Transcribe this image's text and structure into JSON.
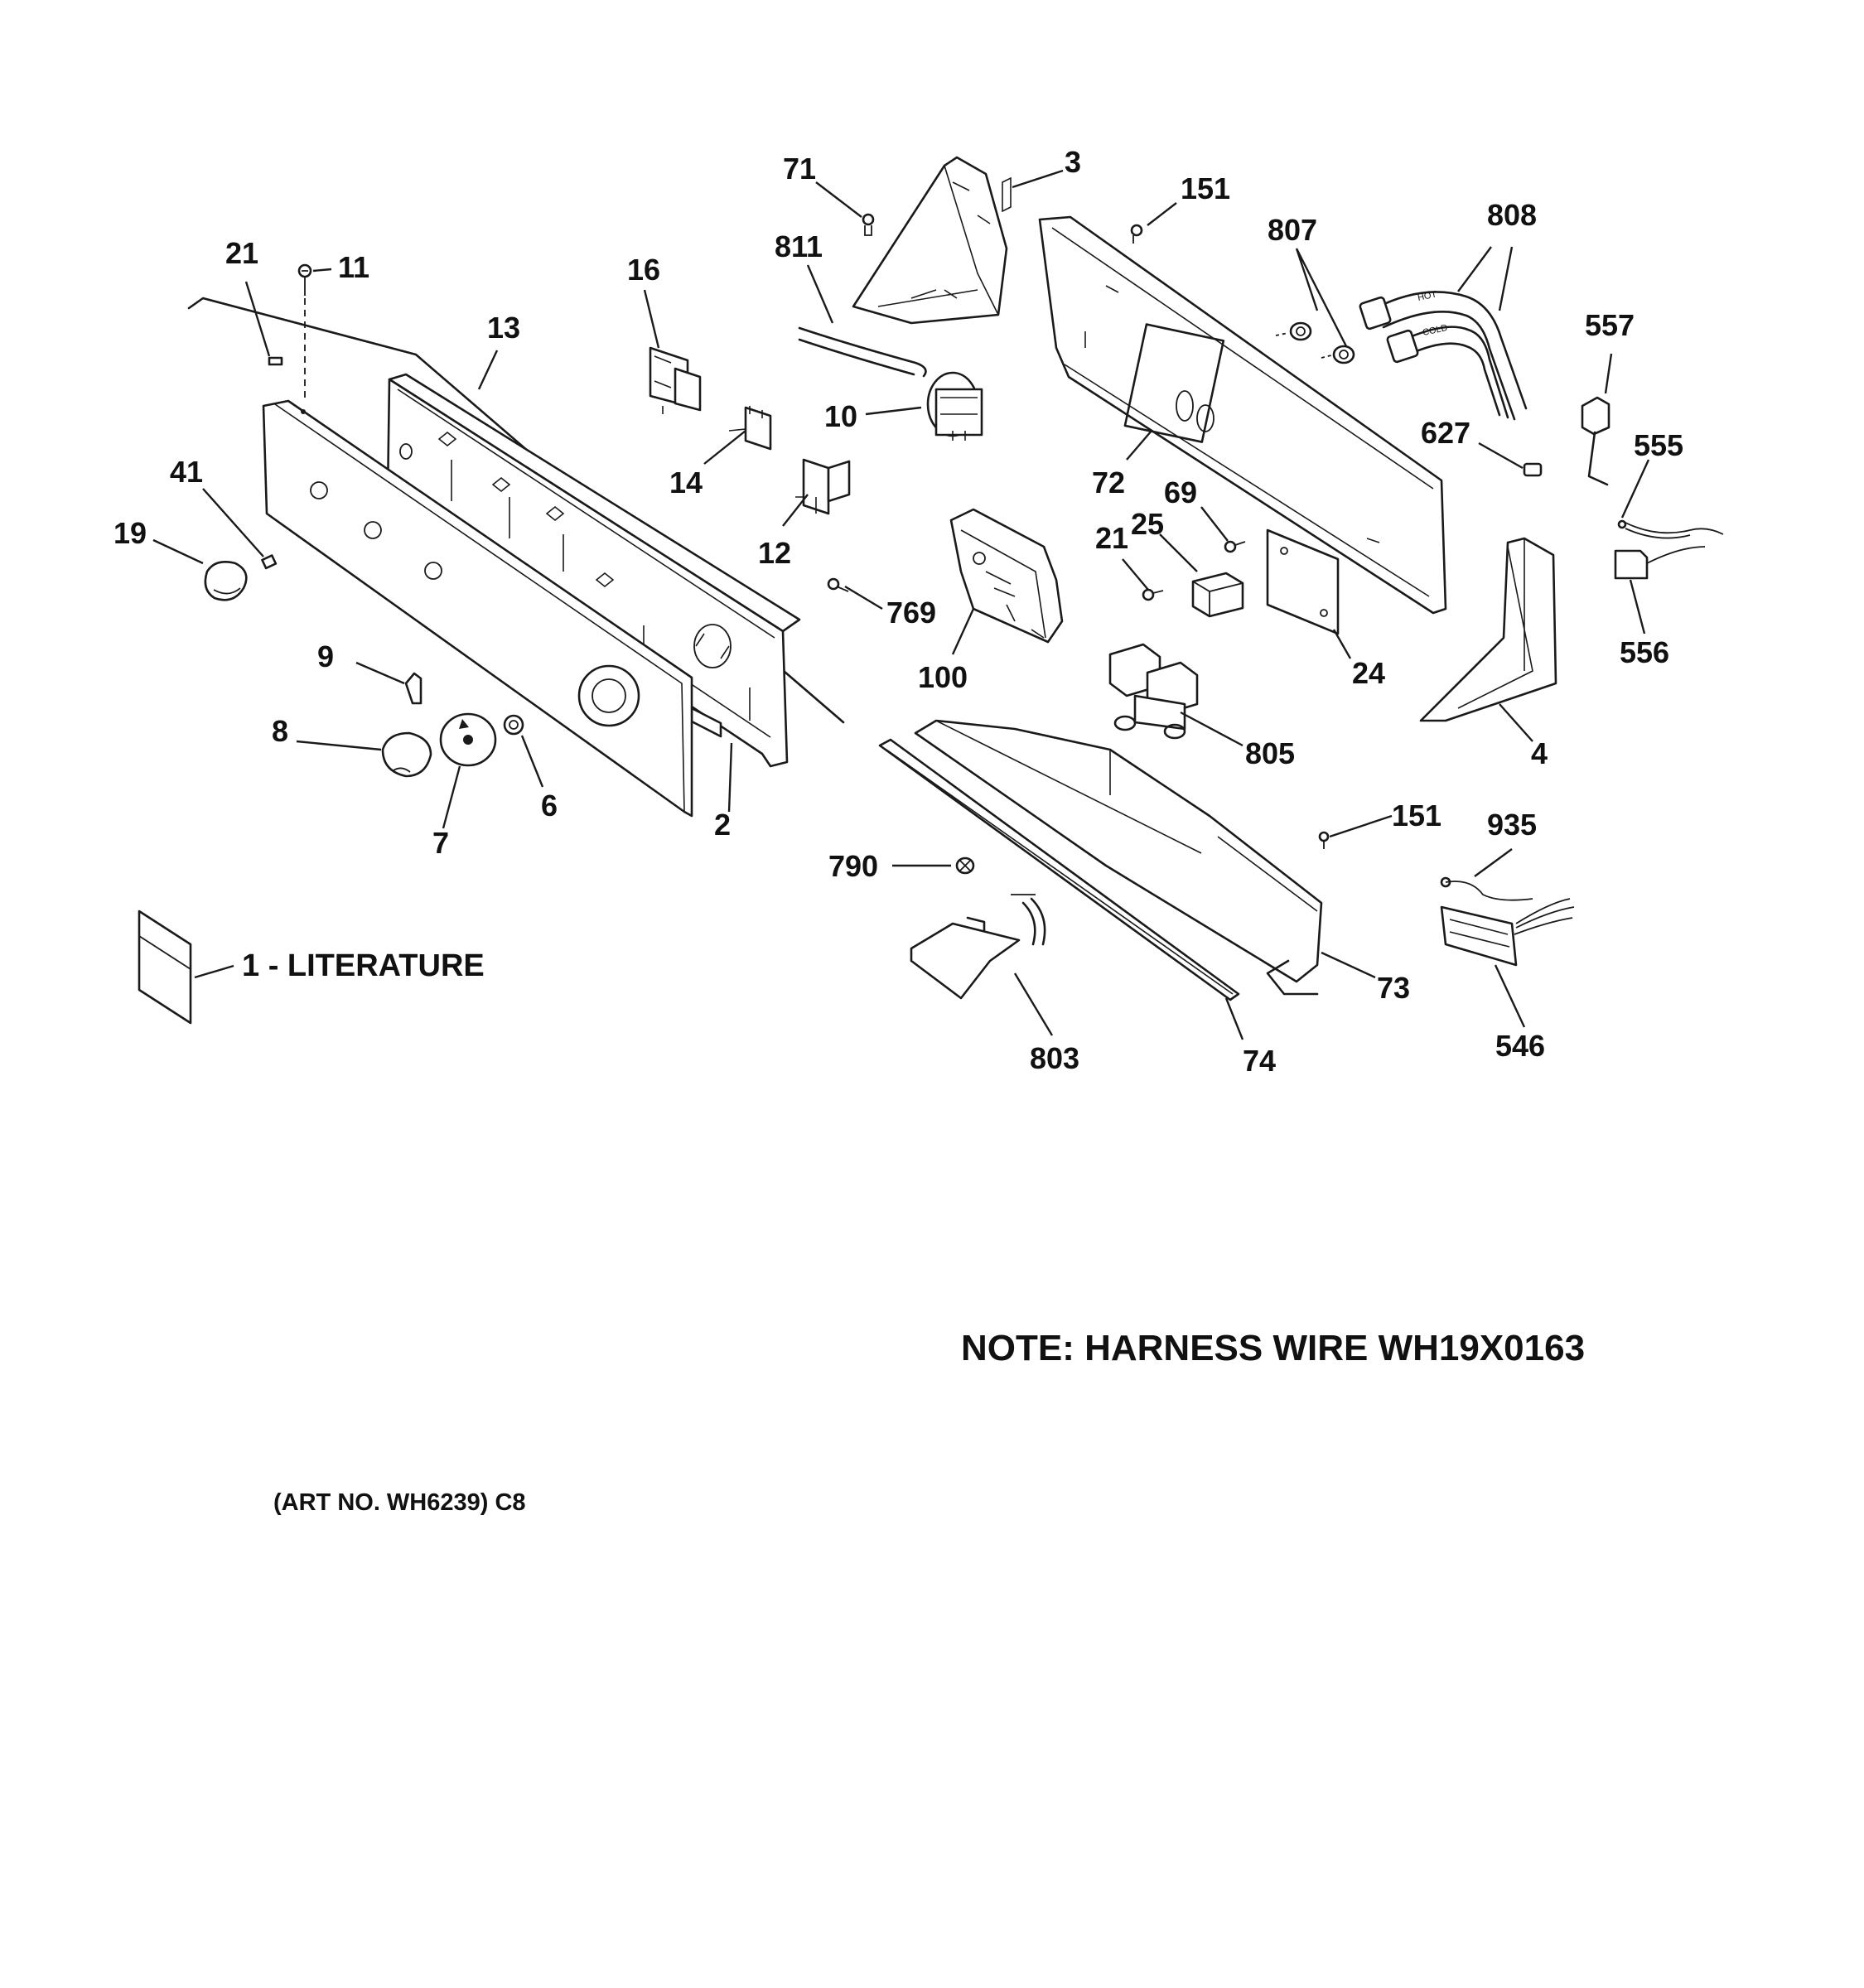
{
  "callouts": {
    "c71": "71",
    "c3": "3",
    "c151a": "151",
    "c807": "807",
    "c808": "808",
    "c21a": "21",
    "c11": "11",
    "c16": "16",
    "c811": "811",
    "c13": "13",
    "c557": "557",
    "c10": "10",
    "c627": "627",
    "c555": "555",
    "c41": "41",
    "c72": "72",
    "c14": "14",
    "c69": "69",
    "c19": "19",
    "c21b": "21",
    "c25": "25",
    "c12": "12",
    "c769": "769",
    "c9": "9",
    "c24": "24",
    "c556": "556",
    "c100": "100",
    "c8": "8",
    "c805": "805",
    "c4": "4",
    "c6": "6",
    "c2": "2",
    "c7": "7",
    "c151b": "151",
    "c935": "935",
    "c790": "790",
    "c73": "73",
    "c803": "803",
    "c74": "74",
    "c546": "546"
  },
  "literature_caption": "1 - LITERATURE",
  "hose_labels": {
    "hot": "HOT",
    "cold": "COLD"
  },
  "note": "NOTE: HARNESS WIRE WH19X0163",
  "art_number": "(ART NO. WH6239) C8"
}
